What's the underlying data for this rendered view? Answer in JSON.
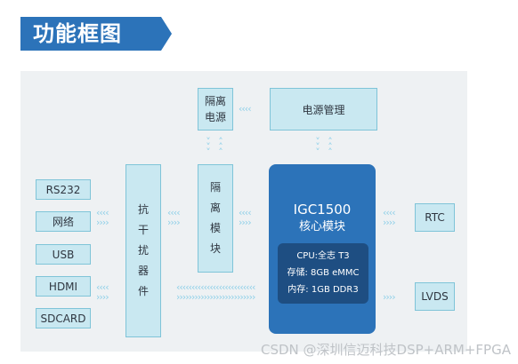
{
  "title": "功能框图",
  "boxes": {
    "isolation_power": "隔离电源",
    "power_management": "电源管理",
    "rs232": "RS232",
    "network": "网络",
    "usb": "USB",
    "hdmi": "HDMI",
    "sdcard": "SDCARD",
    "anti_jam": "抗干扰器件",
    "isolation_module": "隔离模块",
    "rtc": "RTC",
    "lvds": "LVDS"
  },
  "core": {
    "name": "IGC1500",
    "subtitle": "核心模块",
    "cpu": "CPU:全志 T3",
    "storage": "存储: 8GB eMMC",
    "memory": "内存: 1GB DDR3"
  },
  "watermark": "CSDN @深圳信迈科技DSP+ARM+FPGA",
  "colors": {
    "title_banner": "#2c73b9",
    "box_fill": "#c9e8f1",
    "core_fill": "#2c73b9",
    "spec_fill": "#1e4e82",
    "arrow": "#8fd0e8",
    "panel_bg": "#eef1f3"
  }
}
